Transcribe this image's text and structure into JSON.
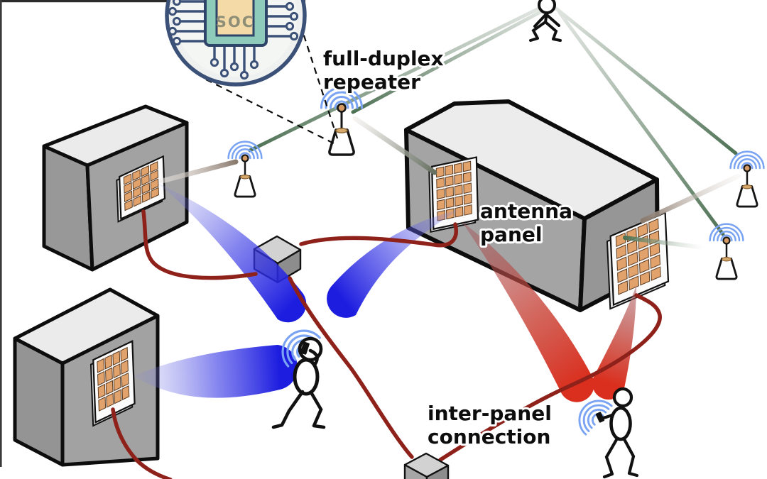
{
  "figure": {
    "kind": "wireless-network-architecture-diagram",
    "labels": {
      "full_duplex_repeater": {
        "line1": "full-duplex",
        "line2": "repeater"
      },
      "antenna_panel": {
        "line1": "antenna",
        "line2": "panel"
      },
      "inter_panel_connection": {
        "line1": "inter-panel",
        "line2": "connection"
      },
      "soc_chip": "SOC"
    },
    "colors": {
      "beam_blue": "#1d1de0",
      "beam_red": "#da2f1e",
      "beam_green_dark": "#4d7153",
      "beam_taupe": "#8a7a6e",
      "cable_dark_red": "#8e211a",
      "wifi_arc_blue": "#7aa4f3",
      "building_top": "#ebebeb",
      "building_face": "#a2a2a2",
      "panel_cell_orange": "#e2a26b",
      "soc_chip_teal": "#8ecbba",
      "soc_circuit_navy": "#3b5178",
      "soc_die_gold": "#f3daa6",
      "outline_black": "#0d0d0d"
    },
    "inventory": {
      "buildings": 3,
      "antenna_panels": 4,
      "full_duplex_repeaters": 4,
      "mobile_users": 3,
      "inter_panel_junction_boxes": 2,
      "soc_chip_badges": 1
    }
  }
}
